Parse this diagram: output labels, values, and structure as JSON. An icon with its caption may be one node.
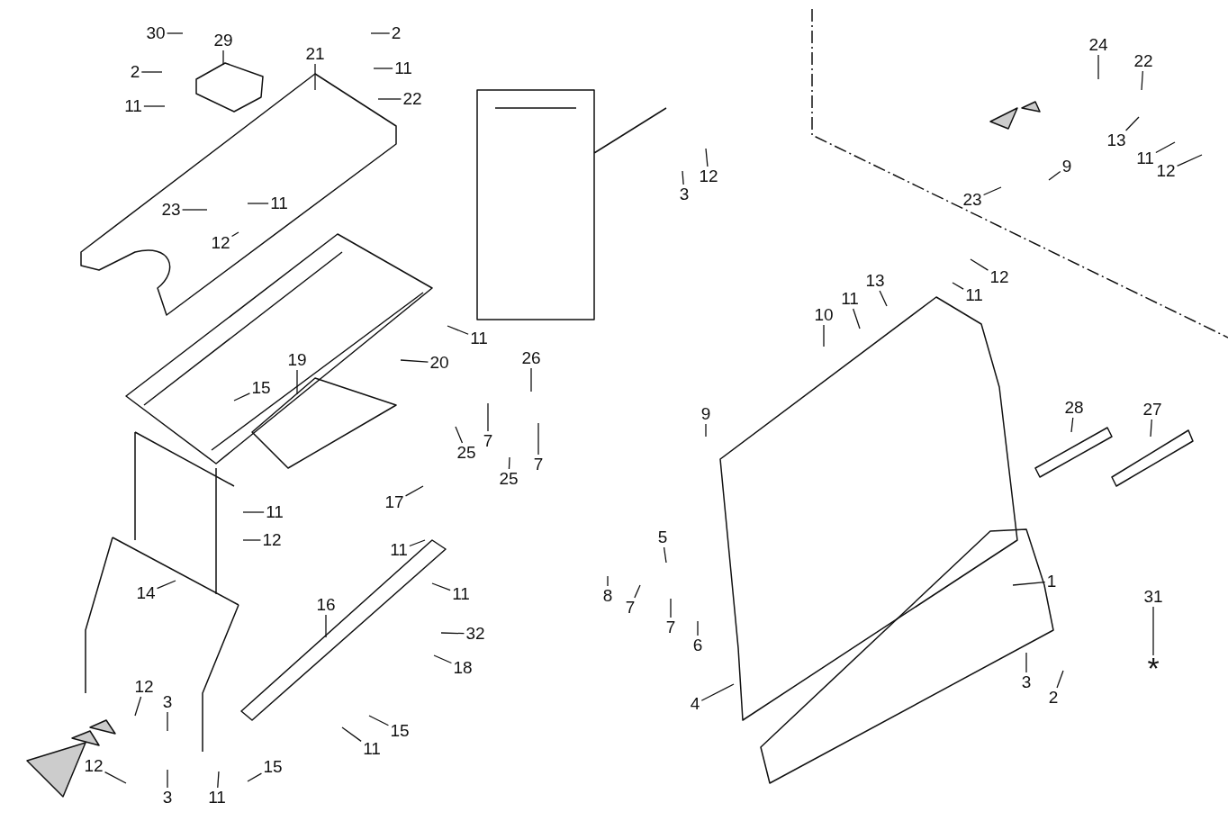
{
  "diagram": {
    "nodes": [
      {
        "text": [
          "30"
        ]
      },
      {
        "text": [
          "29"
        ]
      },
      {
        "text": [
          "2"
        ]
      },
      {
        "text": [
          "21"
        ]
      },
      {
        "text": [
          "2"
        ]
      },
      {
        "text": [
          "11"
        ]
      },
      {
        "text": [
          "11"
        ]
      },
      {
        "text": [
          "22"
        ]
      },
      {
        "text": [
          "12"
        ]
      },
      {
        "text": [
          "3"
        ]
      },
      {
        "text": [
          "24"
        ]
      },
      {
        "text": [
          "22"
        ]
      },
      {
        "text": [
          "13"
        ]
      },
      {
        "text": [
          "11"
        ]
      },
      {
        "text": [
          "12"
        ]
      },
      {
        "text": [
          "9"
        ]
      },
      {
        "text": [
          "23"
        ]
      },
      {
        "text": [
          "23"
        ]
      },
      {
        "text": [
          "11"
        ]
      },
      {
        "text": [
          "12"
        ]
      },
      {
        "text": [
          "12"
        ]
      },
      {
        "text": [
          "11"
        ]
      },
      {
        "text": [
          "13"
        ]
      },
      {
        "text": [
          "11"
        ]
      },
      {
        "text": [
          "10"
        ]
      },
      {
        "text": [
          "11"
        ]
      },
      {
        "text": [
          "20"
        ]
      },
      {
        "text": [
          "19"
        ]
      },
      {
        "text": [
          "15"
        ]
      },
      {
        "text": [
          "26"
        ]
      },
      {
        "text": [
          "9"
        ]
      },
      {
        "text": [
          "28"
        ]
      },
      {
        "text": [
          "27"
        ]
      },
      {
        "text": [
          "25"
        ]
      },
      {
        "text": [
          "7"
        ]
      },
      {
        "text": [
          "25"
        ]
      },
      {
        "text": [
          "7"
        ]
      },
      {
        "text": [
          "17"
        ]
      },
      {
        "text": [
          "11"
        ]
      },
      {
        "text": [
          "5"
        ]
      },
      {
        "text": [
          "1"
        ]
      },
      {
        "text": [
          "11"
        ]
      },
      {
        "text": [
          "12"
        ]
      },
      {
        "text": [
          "14"
        ]
      },
      {
        "text": [
          "8"
        ]
      },
      {
        "text": [
          "7"
        ]
      },
      {
        "text": [
          "11"
        ]
      },
      {
        "text": [
          "16"
        ]
      },
      {
        "text": [
          "32"
        ]
      },
      {
        "text": [
          "7"
        ]
      },
      {
        "text": [
          "6"
        ]
      },
      {
        "text": [
          "18"
        ]
      },
      {
        "text": [
          "4"
        ]
      },
      {
        "text": [
          "3"
        ]
      },
      {
        "text": [
          "2"
        ]
      },
      {
        "text": [
          "31"
        ]
      },
      {
        "text": [
          "*"
        ]
      },
      {
        "text": [
          "12"
        ]
      },
      {
        "text": [
          "3"
        ]
      },
      {
        "text": [
          "15"
        ]
      },
      {
        "text": [
          "11"
        ]
      },
      {
        "text": [
          "12"
        ]
      },
      {
        "text": [
          "3"
        ]
      },
      {
        "text": [
          "11"
        ]
      },
      {
        "text": [
          "15"
        ]
      }
    ],
    "edges": [
      {
        "from": 0,
        "to": null,
        "arrow": "none"
      },
      {
        "from": 1,
        "to": null,
        "arrow": "none"
      },
      {
        "from": 2,
        "to": null,
        "arrow": "none"
      },
      {
        "from": 3,
        "to": null,
        "arrow": "none"
      },
      {
        "from": 4,
        "to": null,
        "arrow": "none"
      },
      {
        "from": 5,
        "to": null,
        "arrow": "none"
      },
      {
        "from": 6,
        "to": null,
        "arrow": "none"
      },
      {
        "from": 7,
        "to": null,
        "arrow": "none"
      },
      {
        "from": 8,
        "to": null,
        "arrow": "none"
      },
      {
        "from": 9,
        "to": null,
        "arrow": "none"
      },
      {
        "from": 10,
        "to": null,
        "arrow": "none"
      },
      {
        "from": 11,
        "to": null,
        "arrow": "none"
      },
      {
        "from": 12,
        "to": null,
        "arrow": "none"
      },
      {
        "from": 13,
        "to": null,
        "arrow": "none"
      },
      {
        "from": 14,
        "to": null,
        "arrow": "none"
      },
      {
        "from": 15,
        "to": null,
        "arrow": "none"
      },
      {
        "from": 16,
        "to": null,
        "arrow": "none"
      },
      {
        "from": 17,
        "to": null,
        "arrow": "none"
      },
      {
        "from": 18,
        "to": null,
        "arrow": "none"
      },
      {
        "from": 19,
        "to": null,
        "arrow": "none"
      },
      {
        "from": 20,
        "to": null,
        "arrow": "none"
      },
      {
        "from": 21,
        "to": null,
        "arrow": "none"
      },
      {
        "from": 22,
        "to": null,
        "arrow": "none"
      },
      {
        "from": 23,
        "to": null,
        "arrow": "none"
      },
      {
        "from": 24,
        "to": null,
        "arrow": "none"
      },
      {
        "from": 25,
        "to": null,
        "arrow": "none"
      },
      {
        "from": 26,
        "to": null,
        "arrow": "none"
      },
      {
        "from": 27,
        "to": null,
        "arrow": "none"
      },
      {
        "from": 28,
        "to": null,
        "arrow": "none"
      },
      {
        "from": 29,
        "to": null,
        "arrow": "none"
      },
      {
        "from": 30,
        "to": null,
        "arrow": "none"
      },
      {
        "from": 31,
        "to": null,
        "arrow": "none"
      },
      {
        "from": 32,
        "to": null,
        "arrow": "none"
      },
      {
        "from": 33,
        "to": null,
        "arrow": "none"
      },
      {
        "from": 34,
        "to": null,
        "arrow": "none"
      },
      {
        "from": 35,
        "to": null,
        "arrow": "none"
      },
      {
        "from": 36,
        "to": null,
        "arrow": "none"
      },
      {
        "from": 37,
        "to": null,
        "arrow": "none"
      },
      {
        "from": 38,
        "to": null,
        "arrow": "none"
      },
      {
        "from": 39,
        "to": null,
        "arrow": "none"
      },
      {
        "from": 40,
        "to": null,
        "arrow": "none"
      },
      {
        "from": 41,
        "to": null,
        "arrow": "none"
      },
      {
        "from": 42,
        "to": null,
        "arrow": "none"
      },
      {
        "from": 43,
        "to": null,
        "arrow": "none"
      },
      {
        "from": 44,
        "to": null,
        "arrow": "none"
      },
      {
        "from": 45,
        "to": null,
        "arrow": "none"
      },
      {
        "from": 46,
        "to": null,
        "arrow": "none"
      },
      {
        "from": 47,
        "to": null,
        "arrow": "none"
      },
      {
        "from": 48,
        "to": null,
        "arrow": "none"
      },
      {
        "from": 49,
        "to": null,
        "arrow": "none"
      },
      {
        "from": 50,
        "to": null,
        "arrow": "none"
      },
      {
        "from": 51,
        "to": null,
        "arrow": "none"
      },
      {
        "from": 52,
        "to": null,
        "arrow": "none"
      },
      {
        "from": 53,
        "to": null,
        "arrow": "none"
      },
      {
        "from": 54,
        "to": null,
        "arrow": "none"
      },
      {
        "from": 55,
        "to": 56,
        "arrow": "none"
      },
      {
        "from": 57,
        "to": null,
        "arrow": "none"
      },
      {
        "from": 58,
        "to": null,
        "arrow": "none"
      },
      {
        "from": 59,
        "to": null,
        "arrow": "none"
      },
      {
        "from": 60,
        "to": null,
        "arrow": "none"
      },
      {
        "from": 61,
        "to": null,
        "arrow": "none"
      },
      {
        "from": 62,
        "to": null,
        "arrow": "none"
      },
      {
        "from": 63,
        "to": null,
        "arrow": "none"
      },
      {
        "from": 64,
        "to": null,
        "arrow": "none"
      }
    ]
  }
}
